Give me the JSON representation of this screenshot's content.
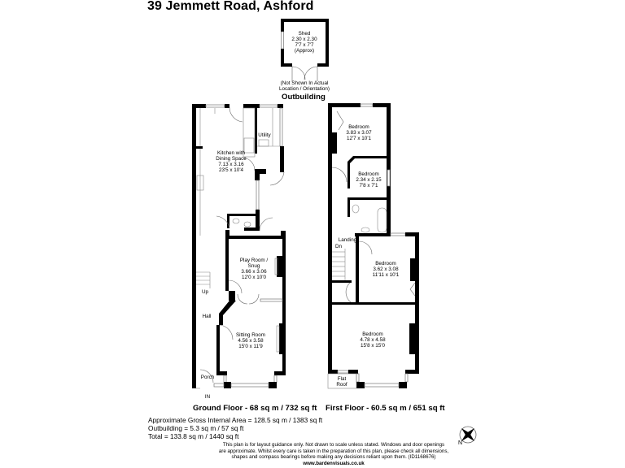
{
  "title": "39 Jemmett Road, Ashford",
  "outbuilding": {
    "heading": "Outbuilding",
    "shed": {
      "name": "Shed",
      "metric": "2.30 x 2.30",
      "imperial": "7'7 x 7'7",
      "note": "(Approx)"
    },
    "note_line1": "(Not Shown In Actual",
    "note_line2": "Location / Orientation)"
  },
  "ground_floor": {
    "heading": "Ground Floor - 68 sq m / 732 sq ft",
    "rooms": [
      {
        "name_line1": "Kitchen with",
        "name_line2": "Dining Space",
        "metric": "7.13 x 3.16",
        "imperial": "23'5 x 10'4"
      },
      {
        "name_line1": "Utility"
      },
      {
        "name_line1": "Play Room /",
        "name_line2": "Snug",
        "metric": "3.66 x 3.06",
        "imperial": "12'0 x 10'0"
      },
      {
        "name_line1": "Sitting Room",
        "metric": "4.56 x 3.58",
        "imperial": "15'0 x 11'9"
      },
      {
        "name_line1": "Hall"
      },
      {
        "name_line1": "Porch"
      },
      {
        "name_line1": "Up"
      },
      {
        "name_line1": "IN"
      }
    ]
  },
  "first_floor": {
    "heading": "First Floor - 60.5 sq m / 651 sq ft",
    "rooms": [
      {
        "name_line1": "Bedroom",
        "metric": "3.83 x 3.07",
        "imperial": "12'7 x 10'1"
      },
      {
        "name_line1": "Bedroom",
        "metric": "2.34 x 2.15",
        "imperial": "7'8 x 7'1"
      },
      {
        "name_line1": "Bedroom",
        "metric": "3.62 x 3.08",
        "imperial": "11'11 x 10'1"
      },
      {
        "name_line1": "Bedroom",
        "metric": "4.78 x 4.58",
        "imperial": "15'8 x 15'0"
      },
      {
        "name_line1": "Landing"
      },
      {
        "name_line1": "Dn"
      },
      {
        "name_line1": "Flat",
        "name_line2": "Roof"
      }
    ]
  },
  "areas": {
    "gross": "Approximate Gross Internal Area = 128.5 sq m / 1383 sq ft",
    "outbuilding": "Outbuilding = 5.3 sq m / 57 sq ft",
    "total": "Total = 133.8 sq m / 1440 sq ft"
  },
  "disclaimer": {
    "line1": "This plan is for layout guidance only. Not drawn to scale unless stated. Windows and door openings",
    "line2": "are approximate. Whilst every care is taken in the preparation of this plan, please check all dimensions,",
    "line3": "shapes and compass bearings before making any decisions reliant upon them. (ID1168676)",
    "url": "www.bardenvisuals.co.uk"
  },
  "compass": {
    "label": "N",
    "icon": "compass-rose-icon"
  }
}
